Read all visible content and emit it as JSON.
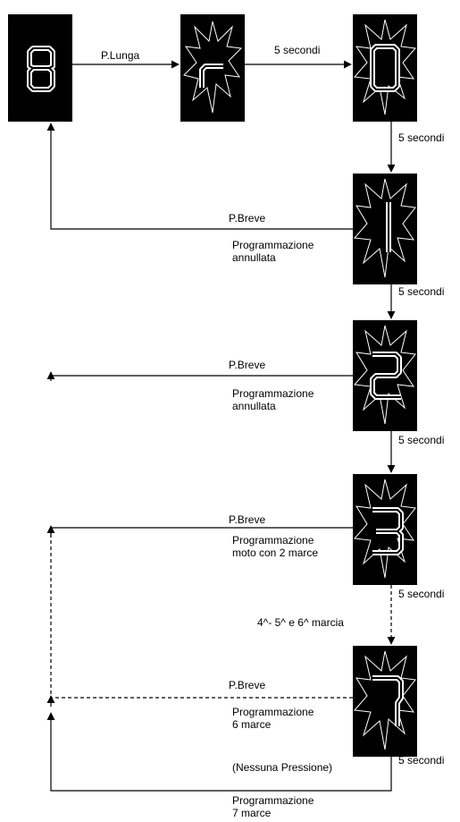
{
  "displays": [
    {
      "id": "d8",
      "digit": "8"
    },
    {
      "id": "dr",
      "digit": "r"
    },
    {
      "id": "d0",
      "digit": "0"
    },
    {
      "id": "d1",
      "digit": "1"
    },
    {
      "id": "d2",
      "digit": "2"
    },
    {
      "id": "d3",
      "digit": "3"
    },
    {
      "id": "d7",
      "digit": "7"
    }
  ],
  "labels": {
    "p_lunga": "P.Lunga",
    "sec_r_0": "5 secondi",
    "sec_0_1": "5 secondi",
    "sec_1_2": "5 secondi",
    "sec_2_3": "5 secondi",
    "sec_3_7": "5 secondi",
    "sec_7_back": "5 secondi",
    "marcia_note": "4^- 5^ e 6^   marcia",
    "breve_1": "P.Breve",
    "prog_1_line1": "Programmazione",
    "prog_1_line2": "annullata",
    "breve_2": "P.Breve",
    "prog_2_line1": "Programmazione",
    "prog_2_line2": "annullata",
    "breve_3": "P.Breve",
    "prog_3_line1": "Programmazione",
    "prog_3_line2": "moto con 2 marce",
    "breve_7": "P.Breve",
    "prog_7_line1": "Programmazione",
    "prog_7_line2": "6 marce",
    "nessuna": "(Nessuna Pressione)",
    "prog_final_line1": "Programmazione",
    "prog_final_line2": "7 marce"
  },
  "colors": {
    "display_bg": "#000000",
    "segment": "#ffffff",
    "line": "#000000"
  }
}
